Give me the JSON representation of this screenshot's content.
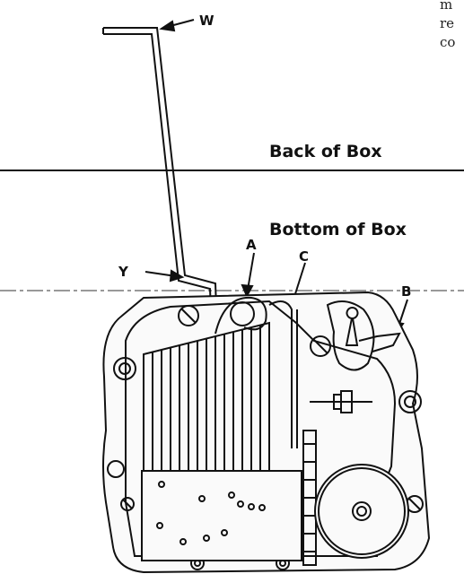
{
  "labels": {
    "back_of_box": "Back of Box",
    "bottom_of_box": "Bottom of Box",
    "w": "W",
    "y": "Y",
    "a": "A",
    "b": "B",
    "c": "C"
  },
  "corner_text": [
    "m",
    "re",
    "co"
  ]
}
